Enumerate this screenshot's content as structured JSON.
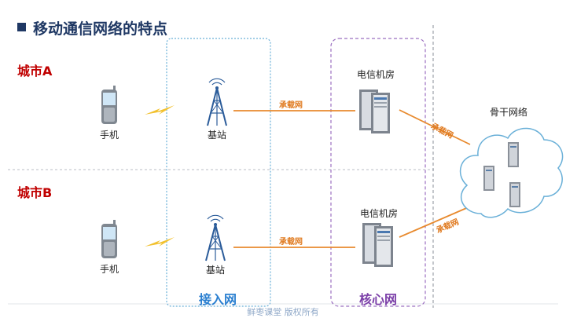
{
  "title": "移动通信网络的特点",
  "cities": {
    "a": "城市A",
    "b": "城市B"
  },
  "devices": {
    "phone_a": "手机",
    "phone_b": "手机",
    "station_a": "基站",
    "station_b": "基站",
    "room_a": "电信机房",
    "room_b": "电信机房",
    "backbone": "骨干网络"
  },
  "links": {
    "bearer_a": "承载网",
    "bearer_b": "承载网",
    "bearer_up": "承载网",
    "bearer_down": "承载网"
  },
  "zones": {
    "access": "接入网",
    "core": "核心网"
  },
  "footer": "鲜枣课堂  版权所有",
  "colors": {
    "access_border": "#6ab0d8",
    "access_label": "#2a7fd0",
    "core_border": "#9b6fc0",
    "core_label": "#7b3fa8",
    "link": "#e88a2e",
    "city": "#c00000"
  }
}
